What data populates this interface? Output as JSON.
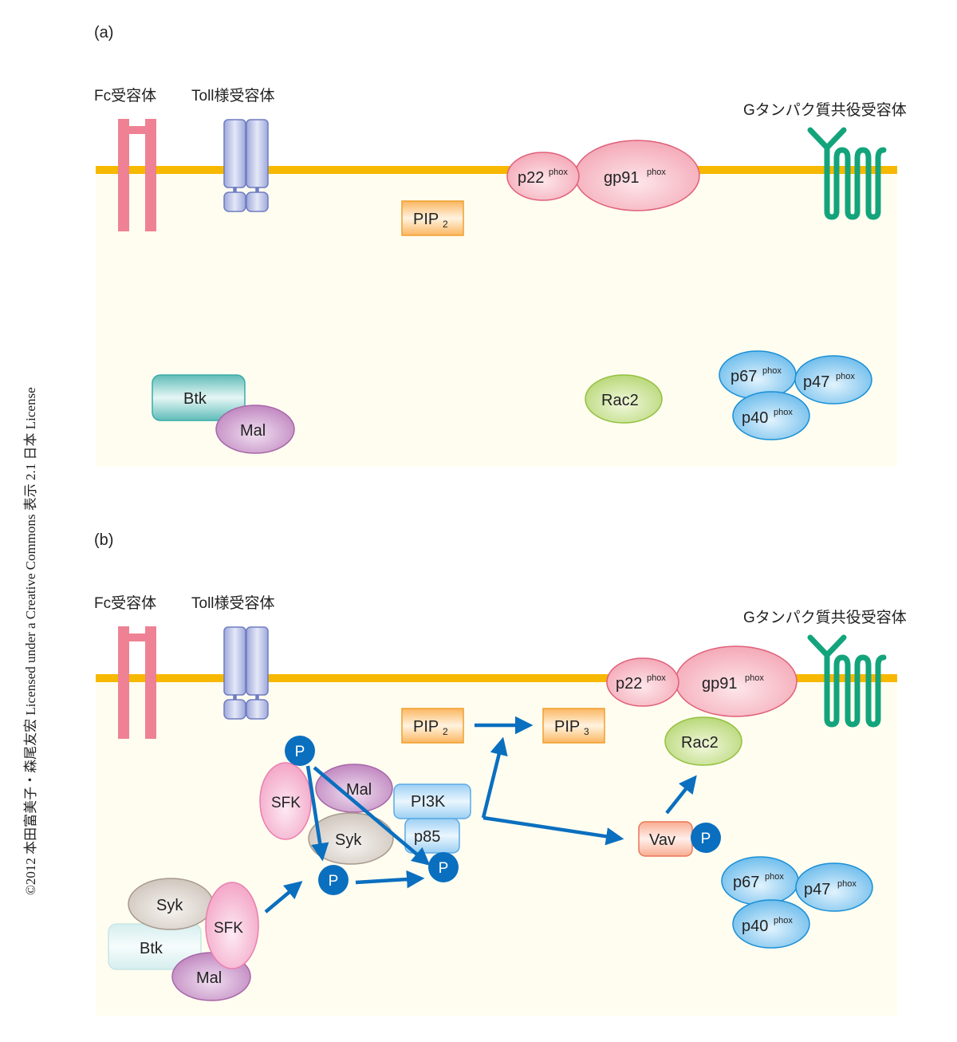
{
  "license_text": "©2012 本田富美子・森尾友宏 Licensed under a Creative Commons 表示 2.1 日本 License",
  "colors": {
    "membrane": "#f7b800",
    "cytoplasm": "#fffdf0",
    "fc_receptor": "#ee8294",
    "toll_receptor": "#aab4e0",
    "gpcr": "#13a47c",
    "nox_pink": "#f6b7c2",
    "cytosolic_blue": "#7ec6ef",
    "rac2_green": "#c6e08c",
    "pip_orange": "#fbc67c",
    "btk_teal": "#7cc9c6",
    "mal_purple": "#c78fc7",
    "syk_grey": "#d9d2ca",
    "sfk_pink": "#f5b3cf",
    "pi3k_blue": "#b8dcf6",
    "vav_salmon": "#fbc3ae",
    "phospho_blue": "#0a6fbf",
    "arrow_blue": "#0a6fbf"
  },
  "panels": {
    "a": {
      "label": "(a)",
      "fc_receptor": "Fc受容体",
      "toll_receptor": "Toll様受容体",
      "gpcr": "Gタンパク質共役受容体",
      "p22": {
        "main": "p22",
        "sup": "phox"
      },
      "gp91": {
        "main": "gp91",
        "sup": "phox"
      },
      "pip2": {
        "main": "PIP",
        "sub": "2"
      },
      "btk": "Btk",
      "mal": "Mal",
      "rac2": "Rac2",
      "p67": {
        "main": "p67",
        "sup": "phox"
      },
      "p47": {
        "main": "p47",
        "sup": "phox"
      },
      "p40": {
        "main": "p40",
        "sup": "phox"
      }
    },
    "b": {
      "label": "(b)",
      "fc_receptor": "Fc受容体",
      "toll_receptor": "Toll様受容体",
      "gpcr": "Gタンパク質共役受容体",
      "p22": {
        "main": "p22",
        "sup": "phox"
      },
      "gp91": {
        "main": "gp91",
        "sup": "phox"
      },
      "pip2": {
        "main": "PIP",
        "sub": "2"
      },
      "pip3": {
        "main": "PIP",
        "sub": "3"
      },
      "rac2": "Rac2",
      "vav": "Vav",
      "phospho": "P",
      "sfk_upper": "SFK",
      "mal_upper": "Mal",
      "syk_upper": "Syk",
      "pi3k": "PI3K",
      "p85": "p85",
      "syk_lower": "Syk",
      "btk_lower": "Btk",
      "sfk_lower": "SFK",
      "mal_lower": "Mal",
      "p67": {
        "main": "p67",
        "sup": "phox"
      },
      "p47": {
        "main": "p47",
        "sup": "phox"
      },
      "p40": {
        "main": "p40",
        "sup": "phox"
      }
    }
  }
}
